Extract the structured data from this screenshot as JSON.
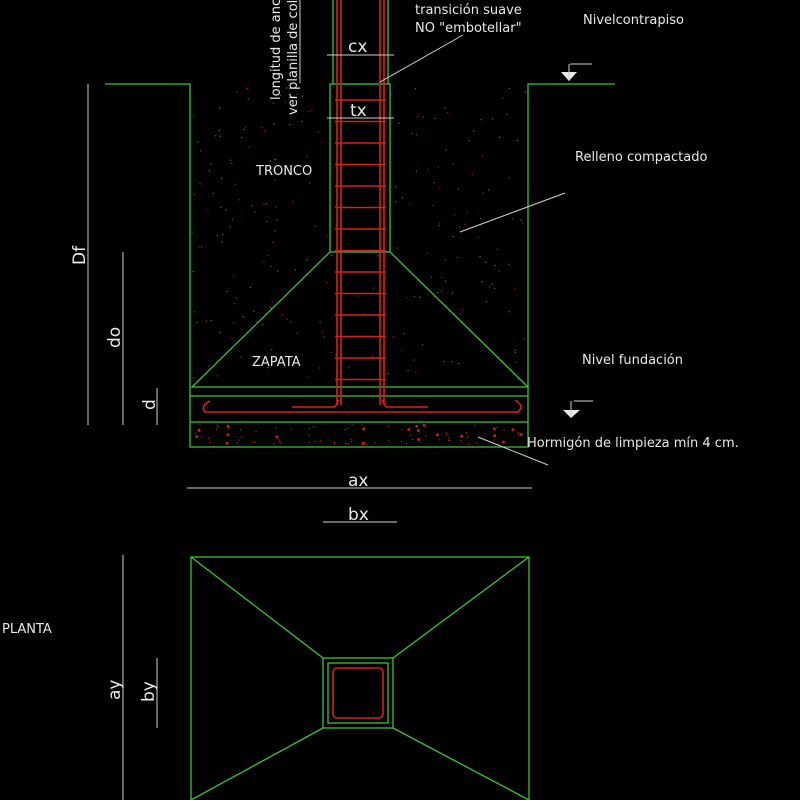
{
  "labels": {
    "anchor_length_1": "longitud de ancla",
    "anchor_length_2": "ver planilla de colu",
    "transition_1": "transición suave",
    "transition_2": "NO \"embotellar\"",
    "level_floor": "Nivelcontrapiso",
    "trunk": "TRONCO",
    "fill": "Relleno compactado",
    "footing": "ZAPATA",
    "level_foundation": "Nivel fundación",
    "lean_concrete": "Hormigón de limpieza mín 4 cm.",
    "plan": "PLANTA"
  },
  "dimensions": {
    "cx": "cx",
    "tx": "tx",
    "Df": "Df",
    "do": "do",
    "d": "d",
    "ax": "ax",
    "bx": "bx",
    "ay": "ay",
    "by": "by"
  },
  "colors": {
    "concrete": "#3fbf3f",
    "rebar": "#d42020",
    "annotation": "#d0d0d0",
    "background": "#000000"
  }
}
